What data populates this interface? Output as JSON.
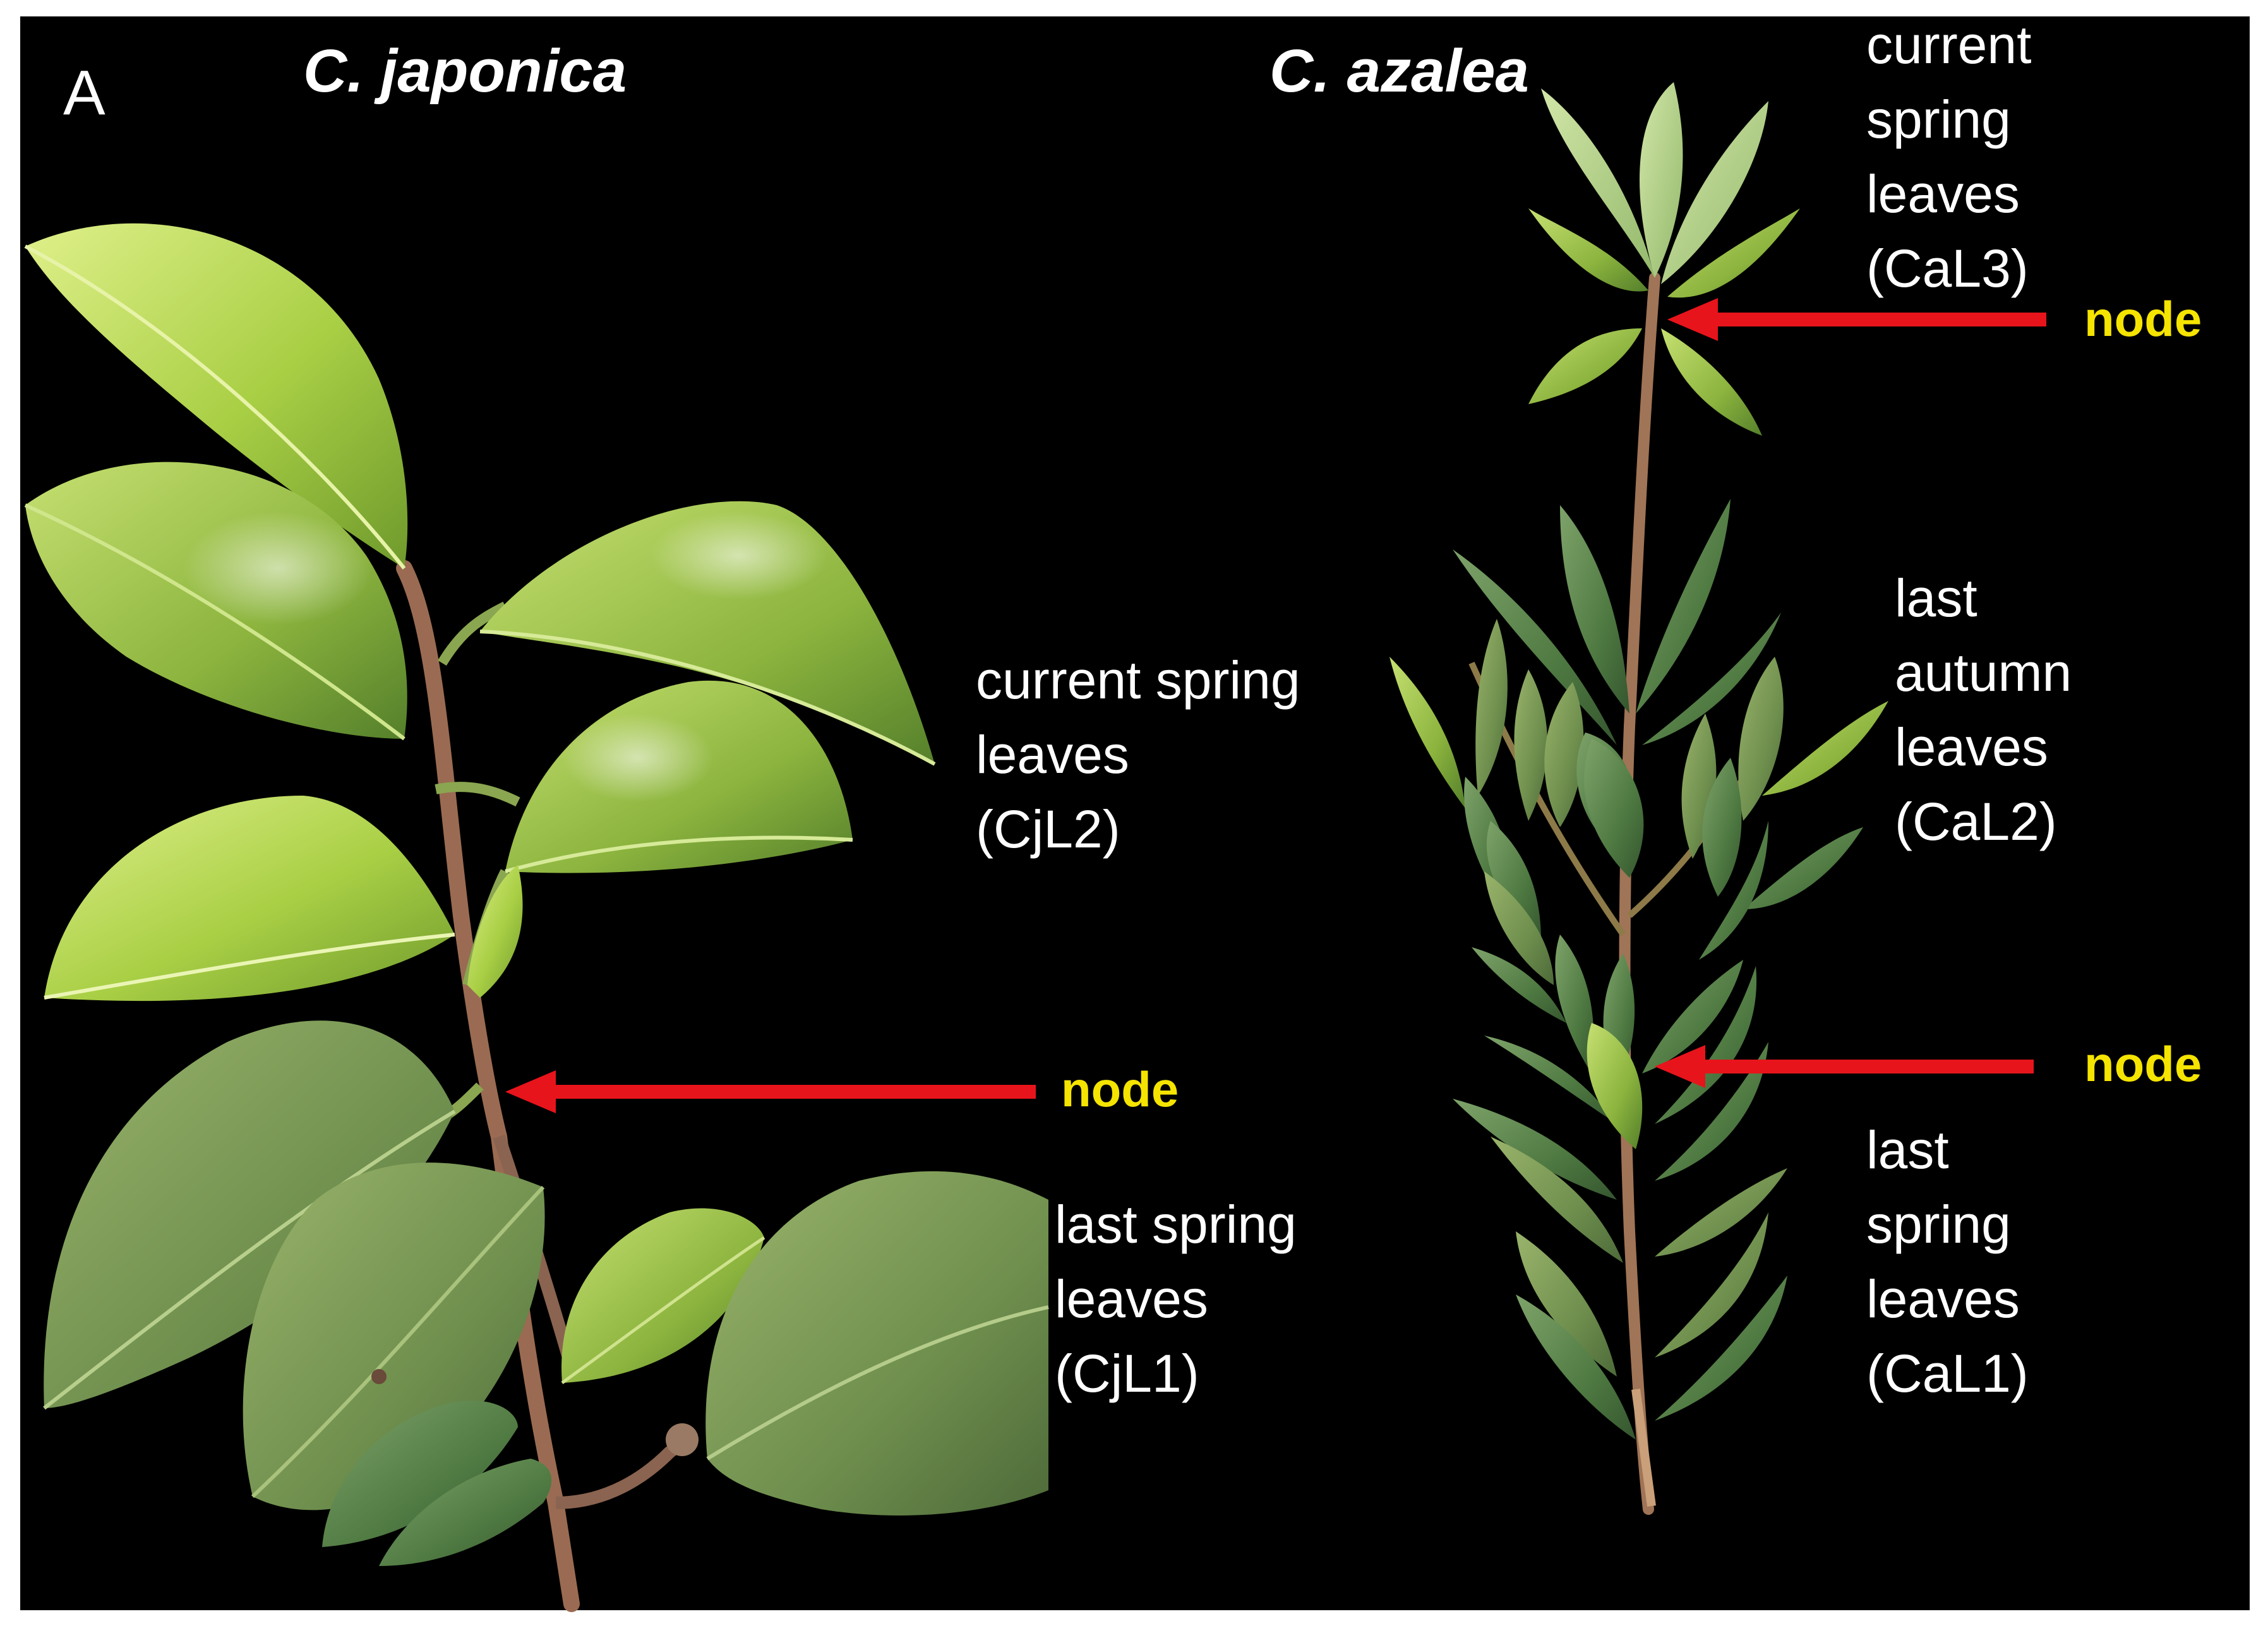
{
  "panel_label": "A",
  "species": {
    "left": "C. japonica",
    "right": "C. azalea"
  },
  "labels": {
    "cjl2": [
      "current spring",
      "leaves",
      "(CjL2)"
    ],
    "cjl1": [
      "last spring",
      "leaves",
      "(CjL1)"
    ],
    "cal3": [
      "current",
      "spring",
      "leaves",
      "(CaL3)"
    ],
    "cal2": [
      "last",
      "autumn",
      "leaves",
      "(CaL2)"
    ],
    "cal1": [
      "last",
      "spring",
      "leaves",
      "(CaL1)"
    ]
  },
  "node_label": "node",
  "colors": {
    "background": "#000000",
    "text": "#ffffff",
    "node_text": "#f5e400",
    "arrow": "#e8141b",
    "bright_leaf": "#b9d94c",
    "mid_leaf": "#7fa83a",
    "dark_leaf": "#4f7a34",
    "olive_leaf": "#5e7c46",
    "stem": "#9a6b52"
  }
}
